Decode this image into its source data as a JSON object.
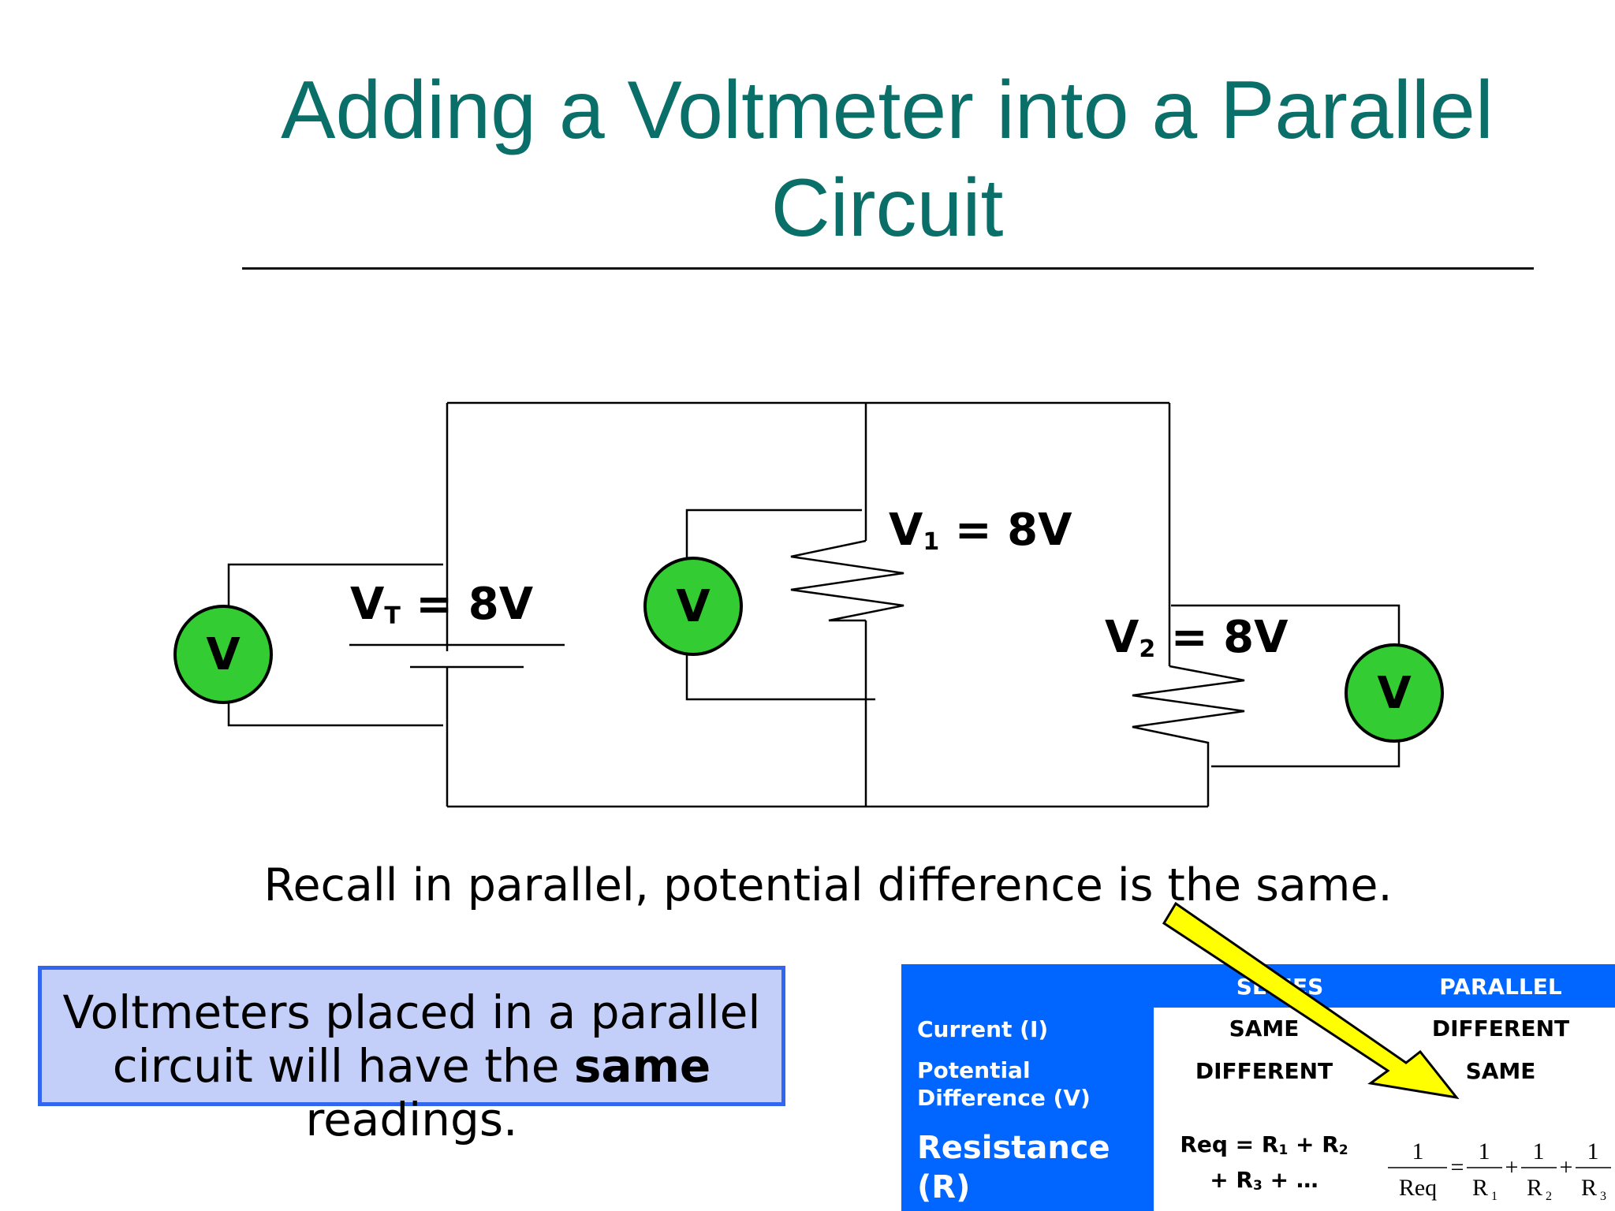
{
  "title": "Adding a Voltmeter into a Parallel Circuit",
  "voltmeter_symbol": "V",
  "labels": {
    "total": {
      "v": "V",
      "sub": "T",
      "rest": " = 8V"
    },
    "r1": {
      "v": "V",
      "sub": "1",
      "rest": " = 8V"
    },
    "r2": {
      "v": "V",
      "sub": "2",
      "rest": " = 8V"
    }
  },
  "recall_text": "Recall in parallel, potential difference is the same.",
  "callout": {
    "before": "Voltmeters placed in a parallel circuit will have the ",
    "bold": "same",
    "after": " readings."
  },
  "table": {
    "col_series": "SERIES",
    "col_parallel": "PARALLEL",
    "rows": [
      {
        "label": "Current (I)",
        "series": "SAME",
        "parallel": "DIFFERENT"
      },
      {
        "label": "Potential Difference (V)",
        "series": "DIFFERENT",
        "parallel": "SAME"
      }
    ],
    "resistance_label": "Resistance (R)",
    "resistance_series": {
      "a": "Req = R",
      "a_sub1": "1",
      "b": " + R",
      "b_sub": "2",
      "c": "+ R",
      "c_sub": "3",
      "d": " + …"
    },
    "resistance_parallel": {
      "one": "1",
      "req": "Req",
      "eq": "=",
      "plus": "+",
      "r": "R",
      "s1": "1",
      "s2": "2",
      "s3": "3"
    }
  },
  "colors": {
    "title": "#0b6f69",
    "voltmeter_fill": "#33cc33",
    "callout_bg": "#c3cef9",
    "callout_border": "#3366ee",
    "table_bg": "#0066ff",
    "arrow_fill": "#ffff00"
  }
}
